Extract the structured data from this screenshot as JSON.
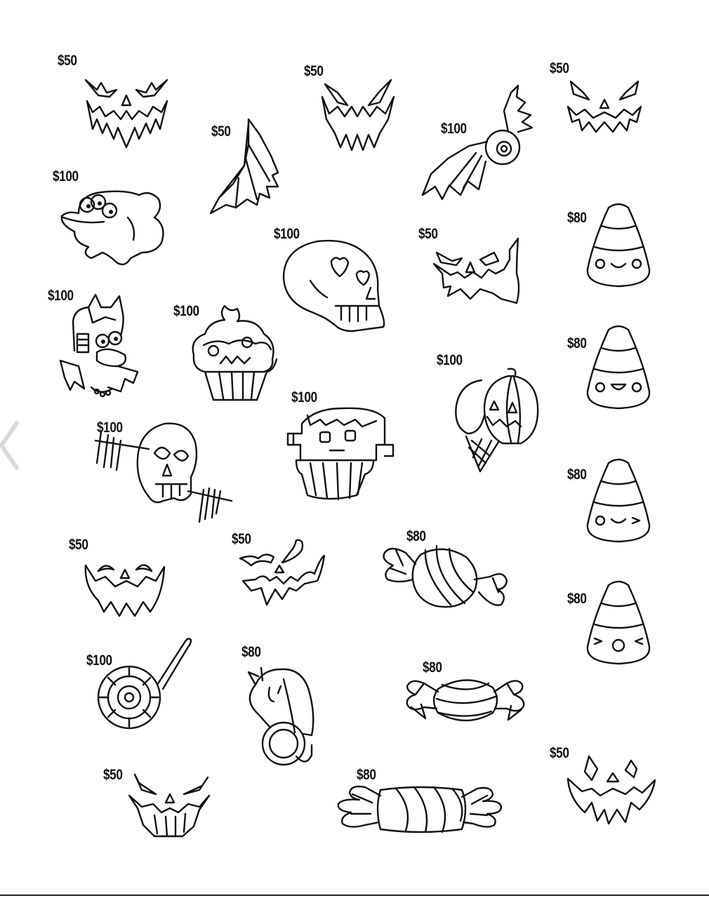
{
  "sheet": {
    "items": [
      {
        "price": "$50",
        "icon": "jack-o-lantern-face-icon"
      },
      {
        "price": "$50",
        "icon": "jack-o-lantern-face-icon"
      },
      {
        "price": "$50",
        "icon": "jack-o-lantern-face-icon"
      },
      {
        "price": "$50",
        "icon": "bat-wing-icon"
      },
      {
        "price": "$100",
        "icon": "eyeball-bat-icon"
      },
      {
        "price": "$100",
        "icon": "blinky-fish-icon"
      },
      {
        "price": "$80",
        "icon": "candy-corn-icon"
      },
      {
        "price": "$100",
        "icon": "skull-icon"
      },
      {
        "price": "$50",
        "icon": "jack-o-lantern-face-icon"
      },
      {
        "price": "$100",
        "icon": "vampire-character-icon"
      },
      {
        "price": "$100",
        "icon": "cupcake-icon"
      },
      {
        "price": "$80",
        "icon": "candy-corn-icon"
      },
      {
        "price": "$100",
        "icon": "pumpkin-ice-cream-icon"
      },
      {
        "price": "$100",
        "icon": "frankenstein-cupcake-icon"
      },
      {
        "price": "$100",
        "icon": "skull-hands-icon"
      },
      {
        "price": "$80",
        "icon": "candy-corn-icon"
      },
      {
        "price": "$50",
        "icon": "jack-o-lantern-face-icon"
      },
      {
        "price": "$50",
        "icon": "bat-face-icon"
      },
      {
        "price": "$80",
        "icon": "wrapped-candy-icon"
      },
      {
        "price": "$80",
        "icon": "candy-corn-icon"
      },
      {
        "price": "$100",
        "icon": "lollipop-icon"
      },
      {
        "price": "$80",
        "icon": "candy-ring-icon"
      },
      {
        "price": "$80",
        "icon": "wrapped-candy-icon"
      },
      {
        "price": "$50",
        "icon": "jack-o-lantern-face-icon"
      },
      {
        "price": "$80",
        "icon": "wrapped-candy-icon"
      },
      {
        "price": "$50",
        "icon": "jack-o-lantern-face-icon"
      }
    ]
  },
  "nav": {
    "icon": "chevron-left-icon"
  }
}
